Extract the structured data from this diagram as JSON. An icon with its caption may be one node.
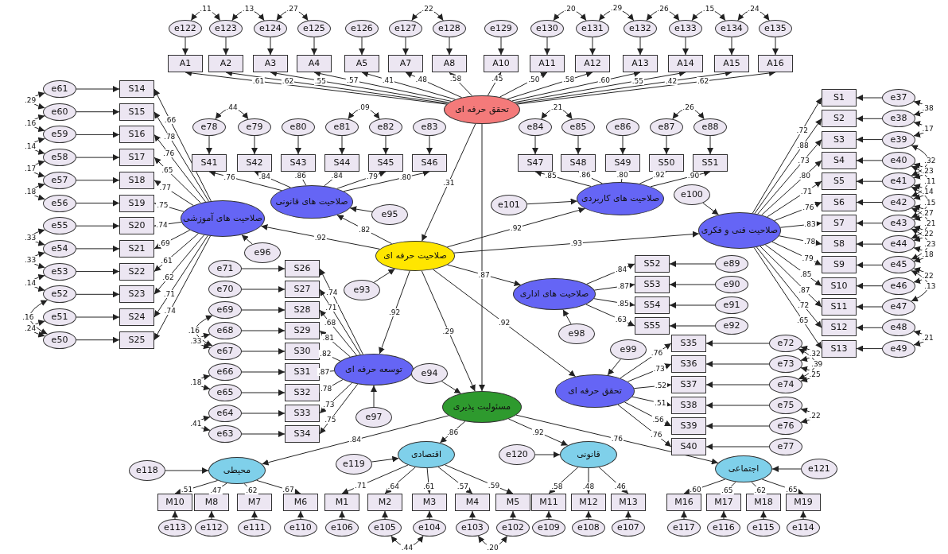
{
  "diagram": {
    "nodes": [
      {
        "text": [
          "تحقق حرفه ای"
        ]
      },
      {
        "text": [
          "صلاحیت حرفه ای"
        ]
      },
      {
        "text": [
          "مسئولیت پذیری"
        ]
      },
      {
        "text": [
          "صلاحیت های آموزشی"
        ]
      },
      {
        "text": [
          "صلاحیت های قانونی"
        ]
      },
      {
        "text": [
          "صلاحیت های کاربردی"
        ]
      },
      {
        "text": [
          "صلاحیت فنی و فکری"
        ]
      },
      {
        "text": [
          "صلاحیت های اداری"
        ]
      },
      {
        "text": [
          "توسعه حرفه ای"
        ]
      },
      {
        "text": [
          "تحقق حرفه ای"
        ]
      },
      {
        "text": [
          "محیطی"
        ]
      },
      {
        "text": [
          "اقتصادی"
        ]
      },
      {
        "text": [
          "قانونی"
        ]
      },
      {
        "text": [
          "اجتماعی"
        ]
      },
      {
        "text": [
          "A1"
        ]
      },
      {
        "text": [
          "A2"
        ]
      },
      {
        "text": [
          "A3"
        ]
      },
      {
        "text": [
          "A4"
        ]
      },
      {
        "text": [
          "A5"
        ]
      },
      {
        "text": [
          "A7"
        ]
      },
      {
        "text": [
          "A8"
        ]
      },
      {
        "text": [
          "A10"
        ]
      },
      {
        "text": [
          "A11"
        ]
      },
      {
        "text": [
          "A12"
        ]
      },
      {
        "text": [
          "A13"
        ]
      },
      {
        "text": [
          "A14"
        ]
      },
      {
        "text": [
          "A15"
        ]
      },
      {
        "text": [
          "A16"
        ]
      },
      {
        "text": [
          "e122"
        ]
      },
      {
        "text": [
          "e123"
        ]
      },
      {
        "text": [
          "e124"
        ]
      },
      {
        "text": [
          "e125"
        ]
      },
      {
        "text": [
          "e126"
        ]
      },
      {
        "text": [
          "e127"
        ]
      },
      {
        "text": [
          "e128"
        ]
      },
      {
        "text": [
          "e129"
        ]
      },
      {
        "text": [
          "e130"
        ]
      },
      {
        "text": [
          "e131"
        ]
      },
      {
        "text": [
          "e132"
        ]
      },
      {
        "text": [
          "e133"
        ]
      },
      {
        "text": [
          "e134"
        ]
      },
      {
        "text": [
          "e135"
        ]
      },
      {
        "text": [
          "S41"
        ]
      },
      {
        "text": [
          "S42"
        ]
      },
      {
        "text": [
          "S43"
        ]
      },
      {
        "text": [
          "S44"
        ]
      },
      {
        "text": [
          "S45"
        ]
      },
      {
        "text": [
          "S46"
        ]
      },
      {
        "text": [
          "e78"
        ]
      },
      {
        "text": [
          "e79"
        ]
      },
      {
        "text": [
          "e80"
        ]
      },
      {
        "text": [
          "e81"
        ]
      },
      {
        "text": [
          "e82"
        ]
      },
      {
        "text": [
          "e83"
        ]
      },
      {
        "text": [
          "S47"
        ]
      },
      {
        "text": [
          "S48"
        ]
      },
      {
        "text": [
          "S49"
        ]
      },
      {
        "text": [
          "S50"
        ]
      },
      {
        "text": [
          "S51"
        ]
      },
      {
        "text": [
          "e84"
        ]
      },
      {
        "text": [
          "e85"
        ]
      },
      {
        "text": [
          "e86"
        ]
      },
      {
        "text": [
          "e87"
        ]
      },
      {
        "text": [
          "e88"
        ]
      },
      {
        "text": [
          "S1"
        ]
      },
      {
        "text": [
          "S2"
        ]
      },
      {
        "text": [
          "S3"
        ]
      },
      {
        "text": [
          "S4"
        ]
      },
      {
        "text": [
          "S5"
        ]
      },
      {
        "text": [
          "S6"
        ]
      },
      {
        "text": [
          "S7"
        ]
      },
      {
        "text": [
          "S8"
        ]
      },
      {
        "text": [
          "S9"
        ]
      },
      {
        "text": [
          "S10"
        ]
      },
      {
        "text": [
          "S11"
        ]
      },
      {
        "text": [
          "S12"
        ]
      },
      {
        "text": [
          "S13"
        ]
      },
      {
        "text": [
          "e37"
        ]
      },
      {
        "text": [
          "e38"
        ]
      },
      {
        "text": [
          "e39"
        ]
      },
      {
        "text": [
          "e40"
        ]
      },
      {
        "text": [
          "e41"
        ]
      },
      {
        "text": [
          "e42"
        ]
      },
      {
        "text": [
          "e43"
        ]
      },
      {
        "text": [
          "e44"
        ]
      },
      {
        "text": [
          "e45"
        ]
      },
      {
        "text": [
          "e46"
        ]
      },
      {
        "text": [
          "e47"
        ]
      },
      {
        "text": [
          "e48"
        ]
      },
      {
        "text": [
          "e49"
        ]
      },
      {
        "text": [
          "S14"
        ]
      },
      {
        "text": [
          "S15"
        ]
      },
      {
        "text": [
          "S16"
        ]
      },
      {
        "text": [
          "S17"
        ]
      },
      {
        "text": [
          "S18"
        ]
      },
      {
        "text": [
          "S19"
        ]
      },
      {
        "text": [
          "S20"
        ]
      },
      {
        "text": [
          "S21"
        ]
      },
      {
        "text": [
          "S22"
        ]
      },
      {
        "text": [
          "S23"
        ]
      },
      {
        "text": [
          "S24"
        ]
      },
      {
        "text": [
          "S25"
        ]
      },
      {
        "text": [
          "e61"
        ]
      },
      {
        "text": [
          "e60"
        ]
      },
      {
        "text": [
          "e59"
        ]
      },
      {
        "text": [
          "e58"
        ]
      },
      {
        "text": [
          "e57"
        ]
      },
      {
        "text": [
          "e56"
        ]
      },
      {
        "text": [
          "e55"
        ]
      },
      {
        "text": [
          "e54"
        ]
      },
      {
        "text": [
          "e53"
        ]
      },
      {
        "text": [
          "e52"
        ]
      },
      {
        "text": [
          "e51"
        ]
      },
      {
        "text": [
          "e50"
        ]
      },
      {
        "text": [
          "S26"
        ]
      },
      {
        "text": [
          "S27"
        ]
      },
      {
        "text": [
          "S28"
        ]
      },
      {
        "text": [
          "S29"
        ]
      },
      {
        "text": [
          "S30"
        ]
      },
      {
        "text": [
          "S31"
        ]
      },
      {
        "text": [
          "S32"
        ]
      },
      {
        "text": [
          "S33"
        ]
      },
      {
        "text": [
          "S34"
        ]
      },
      {
        "text": [
          "e71"
        ]
      },
      {
        "text": [
          "e70"
        ]
      },
      {
        "text": [
          "e69"
        ]
      },
      {
        "text": [
          "e68"
        ]
      },
      {
        "text": [
          "e67"
        ]
      },
      {
        "text": [
          "e66"
        ]
      },
      {
        "text": [
          "e65"
        ]
      },
      {
        "text": [
          "e64"
        ]
      },
      {
        "text": [
          "e63"
        ]
      },
      {
        "text": [
          "S52"
        ]
      },
      {
        "text": [
          "S53"
        ]
      },
      {
        "text": [
          "S54"
        ]
      },
      {
        "text": [
          "S55"
        ]
      },
      {
        "text": [
          "e89"
        ]
      },
      {
        "text": [
          "e90"
        ]
      },
      {
        "text": [
          "e91"
        ]
      },
      {
        "text": [
          "e92"
        ]
      },
      {
        "text": [
          "S35"
        ]
      },
      {
        "text": [
          "S36"
        ]
      },
      {
        "text": [
          "S37"
        ]
      },
      {
        "text": [
          "S38"
        ]
      },
      {
        "text": [
          "S39"
        ]
      },
      {
        "text": [
          "S40"
        ]
      },
      {
        "text": [
          "e72"
        ]
      },
      {
        "text": [
          "e73"
        ]
      },
      {
        "text": [
          "e74"
        ]
      },
      {
        "text": [
          "e75"
        ]
      },
      {
        "text": [
          "e76"
        ]
      },
      {
        "text": [
          "e77"
        ]
      },
      {
        "text": [
          "M10"
        ]
      },
      {
        "text": [
          "M8"
        ]
      },
      {
        "text": [
          "M7"
        ]
      },
      {
        "text": [
          "M6"
        ]
      },
      {
        "text": [
          "e113"
        ]
      },
      {
        "text": [
          "e112"
        ]
      },
      {
        "text": [
          "e111"
        ]
      },
      {
        "text": [
          "e110"
        ]
      },
      {
        "text": [
          "M1"
        ]
      },
      {
        "text": [
          "M2"
        ]
      },
      {
        "text": [
          "M3"
        ]
      },
      {
        "text": [
          "M4"
        ]
      },
      {
        "text": [
          "M5"
        ]
      },
      {
        "text": [
          "e106"
        ]
      },
      {
        "text": [
          "e105"
        ]
      },
      {
        "text": [
          "e104"
        ]
      },
      {
        "text": [
          "e103"
        ]
      },
      {
        "text": [
          "e102"
        ]
      },
      {
        "text": [
          "M11"
        ]
      },
      {
        "text": [
          "M12"
        ]
      },
      {
        "text": [
          "M13"
        ]
      },
      {
        "text": [
          "e109"
        ]
      },
      {
        "text": [
          "e108"
        ]
      },
      {
        "text": [
          "e107"
        ]
      },
      {
        "text": [
          "M16"
        ]
      },
      {
        "text": [
          "M17"
        ]
      },
      {
        "text": [
          "M18"
        ]
      },
      {
        "text": [
          "M19"
        ]
      },
      {
        "text": [
          "e117"
        ]
      },
      {
        "text": [
          "e116"
        ]
      },
      {
        "text": [
          "e115"
        ]
      },
      {
        "text": [
          "e114"
        ]
      },
      {
        "text": [
          "e95"
        ]
      },
      {
        "text": [
          "e96"
        ]
      },
      {
        "text": [
          "e93"
        ]
      },
      {
        "text": [
          "e97"
        ]
      },
      {
        "text": [
          "e94"
        ]
      },
      {
        "text": [
          "e101"
        ]
      },
      {
        "text": [
          "e100"
        ]
      },
      {
        "text": [
          "e98"
        ]
      },
      {
        "text": [
          "e99"
        ]
      },
      {
        "text": [
          "e118"
        ]
      },
      {
        "text": [
          "e119"
        ]
      },
      {
        "text": [
          "e120"
        ]
      },
      {
        "text": [
          "e121"
        ]
      }
    ],
    "edges": [
      {
        "from": 0,
        "to": 1,
        "arrow": "to",
        "label": ".31"
      },
      {
        "from": 0,
        "to": 2,
        "arrow": "to"
      },
      {
        "from": 1,
        "to": 3,
        "arrow": "to",
        "label": ".92"
      },
      {
        "from": 1,
        "to": 4,
        "arrow": "to",
        "label": ".82"
      },
      {
        "from": 1,
        "to": 5,
        "arrow": "to",
        "label": ".92"
      },
      {
        "from": 1,
        "to": 6,
        "arrow": "to",
        "label": ".93"
      },
      {
        "from": 1,
        "to": 7,
        "arrow": "to",
        "label": ".87"
      },
      {
        "from": 1,
        "to": 8,
        "arrow": "to",
        "label": ".92"
      },
      {
        "from": 1,
        "to": 2,
        "arrow": "to",
        "label": ".29"
      },
      {
        "from": 1,
        "to": 9,
        "arrow": "to",
        "label": ".92"
      },
      {
        "from": 2,
        "to": 10,
        "arrow": "to",
        "label": ".84"
      },
      {
        "from": 2,
        "to": 11,
        "arrow": "to",
        "label": ".86"
      },
      {
        "from": 2,
        "to": 12,
        "arrow": "to",
        "label": ".92"
      },
      {
        "from": 2,
        "to": 13,
        "arrow": "to",
        "label": ".76"
      },
      {
        "from": 184,
        "to": 4,
        "arrow": "to"
      },
      {
        "from": 185,
        "to": 3,
        "arrow": "to"
      },
      {
        "from": 186,
        "to": 1,
        "arrow": "to"
      },
      {
        "from": 187,
        "to": 8,
        "arrow": "to"
      },
      {
        "from": 188,
        "to": 2,
        "arrow": "to"
      },
      {
        "from": 189,
        "to": 5,
        "arrow": "to"
      },
      {
        "from": 190,
        "to": 6,
        "arrow": "to"
      },
      {
        "from": 191,
        "to": 7,
        "arrow": "to"
      },
      {
        "from": 192,
        "to": 9,
        "arrow": "to"
      },
      {
        "from": 193,
        "to": 10,
        "arrow": "to"
      },
      {
        "from": 194,
        "to": 11,
        "arrow": "to"
      },
      {
        "from": 195,
        "to": 12,
        "arrow": "to"
      },
      {
        "from": 196,
        "to": 13,
        "arrow": "to"
      },
      {
        "from": 0,
        "to": 14,
        "arrow": "to",
        "label": ".61"
      },
      {
        "from": 0,
        "to": 15,
        "arrow": "to",
        "label": ".62"
      },
      {
        "from": 0,
        "to": 16,
        "arrow": "to",
        "label": ".55"
      },
      {
        "from": 0,
        "to": 17,
        "arrow": "to",
        "label": ".57"
      },
      {
        "from": 0,
        "to": 18,
        "arrow": "to",
        "label": ".41"
      },
      {
        "from": 0,
        "to": 19,
        "arrow": "to",
        "label": ".48"
      },
      {
        "from": 0,
        "to": 20,
        "arrow": "to",
        "label": ".58"
      },
      {
        "from": 0,
        "to": 21,
        "arrow": "to",
        "label": ".45"
      },
      {
        "from": 0,
        "to": 22,
        "arrow": "to",
        "label": ".50"
      },
      {
        "from": 0,
        "to": 23,
        "arrow": "to",
        "label": ".58"
      },
      {
        "from": 0,
        "to": 24,
        "arrow": "to",
        "label": ".60"
      },
      {
        "from": 0,
        "to": 25,
        "arrow": "to",
        "label": ".55"
      },
      {
        "from": 0,
        "to": 26,
        "arrow": "to",
        "label": ".42"
      },
      {
        "from": 0,
        "to": 27,
        "arrow": "to",
        "label": ".62"
      },
      {
        "from": 28,
        "to": 14,
        "arrow": "to"
      },
      {
        "from": 29,
        "to": 15,
        "arrow": "to"
      },
      {
        "from": 30,
        "to": 16,
        "arrow": "to"
      },
      {
        "from": 31,
        "to": 17,
        "arrow": "to"
      },
      {
        "from": 32,
        "to": 18,
        "arrow": "to"
      },
      {
        "from": 33,
        "to": 19,
        "arrow": "to"
      },
      {
        "from": 34,
        "to": 20,
        "arrow": "to"
      },
      {
        "from": 35,
        "to": 21,
        "arrow": "to"
      },
      {
        "from": 36,
        "to": 22,
        "arrow": "to"
      },
      {
        "from": 37,
        "to": 23,
        "arrow": "to"
      },
      {
        "from": 38,
        "to": 24,
        "arrow": "to"
      },
      {
        "from": 39,
        "to": 25,
        "arrow": "to"
      },
      {
        "from": 40,
        "to": 26,
        "arrow": "to"
      },
      {
        "from": 41,
        "to": 27,
        "arrow": "to"
      },
      {
        "from": 28,
        "to": 29,
        "arrow": "both",
        "label": ".11"
      },
      {
        "from": 29,
        "to": 30,
        "arrow": "both",
        "label": ".13"
      },
      {
        "from": 30,
        "to": 31,
        "arrow": "both",
        "label": ".27"
      },
      {
        "from": 33,
        "to": 34,
        "arrow": "both",
        "label": ".22"
      },
      {
        "from": 36,
        "to": 37,
        "arrow": "both",
        "label": ".20"
      },
      {
        "from": 37,
        "to": 38,
        "arrow": "both",
        "label": ".29"
      },
      {
        "from": 38,
        "to": 39,
        "arrow": "both",
        "label": ".26"
      },
      {
        "from": 39,
        "to": 40,
        "arrow": "both",
        "label": ".15"
      },
      {
        "from": 40,
        "to": 41,
        "arrow": "both",
        "label": ".24"
      },
      {
        "from": 4,
        "to": 42,
        "arrow": "to",
        "label": ".76"
      },
      {
        "from": 4,
        "to": 43,
        "arrow": "to",
        "label": ".84"
      },
      {
        "from": 4,
        "to": 44,
        "arrow": "to",
        "label": ".86"
      },
      {
        "from": 4,
        "to": 45,
        "arrow": "to",
        "label": ".84"
      },
      {
        "from": 4,
        "to": 46,
        "arrow": "to",
        "label": ".79"
      },
      {
        "from": 4,
        "to": 47,
        "arrow": "to",
        "label": ".80"
      },
      {
        "from": 48,
        "to": 42,
        "arrow": "to"
      },
      {
        "from": 49,
        "to": 43,
        "arrow": "to"
      },
      {
        "from": 50,
        "to": 44,
        "arrow": "to"
      },
      {
        "from": 51,
        "to": 45,
        "arrow": "to"
      },
      {
        "from": 52,
        "to": 46,
        "arrow": "to"
      },
      {
        "from": 53,
        "to": 47,
        "arrow": "to"
      },
      {
        "from": 48,
        "to": 49,
        "arrow": "both",
        "label": ".44"
      },
      {
        "from": 51,
        "to": 52,
        "arrow": "both",
        "label": ".09"
      },
      {
        "from": 5,
        "to": 54,
        "arrow": "to",
        "label": ".85"
      },
      {
        "from": 5,
        "to": 55,
        "arrow": "to",
        "label": ".86"
      },
      {
        "from": 5,
        "to": 56,
        "arrow": "to",
        "label": ".80"
      },
      {
        "from": 5,
        "to": 57,
        "arrow": "to",
        "label": ".92"
      },
      {
        "from": 5,
        "to": 58,
        "arrow": "to",
        "label": ".90"
      },
      {
        "from": 59,
        "to": 54,
        "arrow": "to"
      },
      {
        "from": 60,
        "to": 55,
        "arrow": "to"
      },
      {
        "from": 61,
        "to": 56,
        "arrow": "to"
      },
      {
        "from": 62,
        "to": 57,
        "arrow": "to"
      },
      {
        "from": 63,
        "to": 58,
        "arrow": "to"
      },
      {
        "from": 59,
        "to": 60,
        "arrow": "both",
        "label": ".21"
      },
      {
        "from": 62,
        "to": 63,
        "arrow": "both",
        "label": ".26"
      },
      {
        "from": 6,
        "to": 64,
        "arrow": "to",
        "label": ".72"
      },
      {
        "from": 6,
        "to": 65,
        "arrow": "to",
        "label": ".88"
      },
      {
        "from": 6,
        "to": 66,
        "arrow": "to",
        "label": ".73"
      },
      {
        "from": 6,
        "to": 67,
        "arrow": "to",
        "label": ".80"
      },
      {
        "from": 6,
        "to": 68,
        "arrow": "to",
        "label": ".71"
      },
      {
        "from": 6,
        "to": 69,
        "arrow": "to",
        "label": ".76"
      },
      {
        "from": 6,
        "to": 70,
        "arrow": "to",
        "label": ".83"
      },
      {
        "from": 6,
        "to": 71,
        "arrow": "to",
        "label": ".78"
      },
      {
        "from": 6,
        "to": 72,
        "arrow": "to",
        "label": ".79"
      },
      {
        "from": 6,
        "to": 73,
        "arrow": "to",
        "label": ".85"
      },
      {
        "from": 6,
        "to": 74,
        "arrow": "to",
        "label": ".87"
      },
      {
        "from": 6,
        "to": 75,
        "arrow": "to",
        "label": ".72"
      },
      {
        "from": 6,
        "to": 76,
        "arrow": "to",
        "label": ".65"
      },
      {
        "from": 77,
        "to": 64,
        "arrow": "to"
      },
      {
        "from": 78,
        "to": 65,
        "arrow": "to"
      },
      {
        "from": 79,
        "to": 66,
        "arrow": "to"
      },
      {
        "from": 80,
        "to": 67,
        "arrow": "to"
      },
      {
        "from": 81,
        "to": 68,
        "arrow": "to"
      },
      {
        "from": 82,
        "to": 69,
        "arrow": "to"
      },
      {
        "from": 83,
        "to": 70,
        "arrow": "to"
      },
      {
        "from": 84,
        "to": 71,
        "arrow": "to"
      },
      {
        "from": 85,
        "to": 72,
        "arrow": "to"
      },
      {
        "from": 86,
        "to": 73,
        "arrow": "to"
      },
      {
        "from": 87,
        "to": 74,
        "arrow": "to"
      },
      {
        "from": 88,
        "to": 75,
        "arrow": "to"
      },
      {
        "from": 89,
        "to": 76,
        "arrow": "to"
      },
      {
        "from": 77,
        "to": 78,
        "arrow": "both",
        "label": ".38"
      },
      {
        "from": 78,
        "to": 79,
        "arrow": "both",
        "label": ".17"
      },
      {
        "from": 79,
        "to": 81,
        "arrow": "both",
        "label": ".32"
      },
      {
        "from": 80,
        "to": 81,
        "arrow": "both",
        "label": ".23"
      },
      {
        "from": 80,
        "to": 82,
        "arrow": "both",
        "label": ".11"
      },
      {
        "from": 81,
        "to": 82,
        "arrow": "both",
        "label": ".14"
      },
      {
        "from": 81,
        "to": 83,
        "arrow": "both",
        "label": ".15"
      },
      {
        "from": 82,
        "to": 83,
        "arrow": "both",
        "label": ".27"
      },
      {
        "from": 82,
        "to": 84,
        "arrow": "both",
        "label": ".21"
      },
      {
        "from": 83,
        "to": 84,
        "arrow": "both",
        "label": ".22"
      },
      {
        "from": 84,
        "to": 85,
        "arrow": "both",
        "label": ".18"
      },
      {
        "from": 83,
        "to": 85,
        "arrow": "both",
        "label": ".23"
      },
      {
        "from": 85,
        "to": 86,
        "arrow": "both",
        "label": ".22"
      },
      {
        "from": 85,
        "to": 87,
        "arrow": "both",
        "label": ".13"
      },
      {
        "from": 88,
        "to": 89,
        "arrow": "both",
        "label": ".21"
      },
      {
        "from": 3,
        "to": 90,
        "arrow": "to",
        "label": ".66"
      },
      {
        "from": 3,
        "to": 91,
        "arrow": "to",
        "label": ".78"
      },
      {
        "from": 3,
        "to": 92,
        "arrow": "to",
        "label": ".76"
      },
      {
        "from": 3,
        "to": 93,
        "arrow": "to",
        "label": ".65"
      },
      {
        "from": 3,
        "to": 94,
        "arrow": "to",
        "label": ".77"
      },
      {
        "from": 3,
        "to": 95,
        "arrow": "to",
        "label": ".75"
      },
      {
        "from": 3,
        "to": 96,
        "arrow": "to",
        "label": ".74"
      },
      {
        "from": 3,
        "to": 97,
        "arrow": "to",
        "label": ".69"
      },
      {
        "from": 3,
        "to": 98,
        "arrow": "to",
        "label": ".61"
      },
      {
        "from": 3,
        "to": 99,
        "arrow": "to",
        "label": ".62"
      },
      {
        "from": 3,
        "to": 100,
        "arrow": "to",
        "label": ".71"
      },
      {
        "from": 3,
        "to": 101,
        "arrow": "to",
        "label": ".74"
      },
      {
        "from": 102,
        "to": 90,
        "arrow": "to"
      },
      {
        "from": 103,
        "to": 91,
        "arrow": "to"
      },
      {
        "from": 104,
        "to": 92,
        "arrow": "to"
      },
      {
        "from": 105,
        "to": 93,
        "arrow": "to"
      },
      {
        "from": 106,
        "to": 94,
        "arrow": "to"
      },
      {
        "from": 107,
        "to": 95,
        "arrow": "to"
      },
      {
        "from": 108,
        "to": 96,
        "arrow": "to"
      },
      {
        "from": 109,
        "to": 97,
        "arrow": "to"
      },
      {
        "from": 110,
        "to": 98,
        "arrow": "to"
      },
      {
        "from": 111,
        "to": 99,
        "arrow": "to"
      },
      {
        "from": 112,
        "to": 100,
        "arrow": "to"
      },
      {
        "from": 113,
        "to": 101,
        "arrow": "to"
      },
      {
        "from": 102,
        "to": 103,
        "arrow": "both",
        "label": ".29"
      },
      {
        "from": 103,
        "to": 104,
        "arrow": "both",
        "label": ".16"
      },
      {
        "from": 104,
        "to": 105,
        "arrow": "both",
        "label": ".14"
      },
      {
        "from": 105,
        "to": 106,
        "arrow": "both",
        "label": ".17"
      },
      {
        "from": 106,
        "to": 107,
        "arrow": "both",
        "label": ".18"
      },
      {
        "from": 108,
        "to": 109,
        "arrow": "both",
        "label": ".33"
      },
      {
        "from": 109,
        "to": 110,
        "arrow": "both",
        "label": ".33"
      },
      {
        "from": 110,
        "to": 111,
        "arrow": "both",
        "label": ".14"
      },
      {
        "from": 111,
        "to": 113,
        "arrow": "both",
        "label": ".16"
      },
      {
        "from": 112,
        "to": 113,
        "arrow": "both",
        "label": ".24"
      },
      {
        "from": 8,
        "to": 114,
        "arrow": "to",
        "label": ".74"
      },
      {
        "from": 8,
        "to": 115,
        "arrow": "to",
        "label": ".71"
      },
      {
        "from": 8,
        "to": 116,
        "arrow": "to",
        "label": ".68"
      },
      {
        "from": 8,
        "to": 117,
        "arrow": "to",
        "label": ".81"
      },
      {
        "from": 8,
        "to": 118,
        "arrow": "to",
        "label": ".82"
      },
      {
        "from": 8,
        "to": 119,
        "arrow": "to",
        "label": ".87"
      },
      {
        "from": 8,
        "to": 120,
        "arrow": "to",
        "label": ".78"
      },
      {
        "from": 8,
        "to": 121,
        "arrow": "to",
        "label": ".73"
      },
      {
        "from": 8,
        "to": 122,
        "arrow": "to",
        "label": ".75"
      },
      {
        "from": 123,
        "to": 114,
        "arrow": "to"
      },
      {
        "from": 124,
        "to": 115,
        "arrow": "to"
      },
      {
        "from": 125,
        "to": 116,
        "arrow": "to"
      },
      {
        "from": 126,
        "to": 117,
        "arrow": "to"
      },
      {
        "from": 127,
        "to": 118,
        "arrow": "to"
      },
      {
        "from": 128,
        "to": 119,
        "arrow": "to"
      },
      {
        "from": 129,
        "to": 120,
        "arrow": "to"
      },
      {
        "from": 130,
        "to": 121,
        "arrow": "to"
      },
      {
        "from": 131,
        "to": 122,
        "arrow": "to"
      },
      {
        "from": 125,
        "to": 127,
        "arrow": "both",
        "label": ".16"
      },
      {
        "from": 126,
        "to": 127,
        "arrow": "both",
        "label": ".33"
      },
      {
        "from": 128,
        "to": 129,
        "arrow": "both",
        "label": ".18"
      },
      {
        "from": 130,
        "to": 131,
        "arrow": "both",
        "label": ".41"
      },
      {
        "from": 7,
        "to": 132,
        "arrow": "to",
        "label": ".84"
      },
      {
        "from": 7,
        "to": 133,
        "arrow": "to",
        "label": ".87"
      },
      {
        "from": 7,
        "to": 134,
        "arrow": "to",
        "label": ".85"
      },
      {
        "from": 7,
        "to": 135,
        "arrow": "to",
        "label": ".63"
      },
      {
        "from": 136,
        "to": 132,
        "arrow": "to"
      },
      {
        "from": 137,
        "to": 133,
        "arrow": "to"
      },
      {
        "from": 138,
        "to": 134,
        "arrow": "to"
      },
      {
        "from": 139,
        "to": 135,
        "arrow": "to"
      },
      {
        "from": 9,
        "to": 140,
        "arrow": "to",
        "label": ".76"
      },
      {
        "from": 9,
        "to": 141,
        "arrow": "to",
        "label": ".73"
      },
      {
        "from": 9,
        "to": 142,
        "arrow": "to",
        "label": ".52"
      },
      {
        "from": 9,
        "to": 143,
        "arrow": "to",
        "label": ".51"
      },
      {
        "from": 9,
        "to": 144,
        "arrow": "to",
        "label": ".56"
      },
      {
        "from": 9,
        "to": 145,
        "arrow": "to",
        "label": ".76"
      },
      {
        "from": 146,
        "to": 140,
        "arrow": "to"
      },
      {
        "from": 147,
        "to": 141,
        "arrow": "to"
      },
      {
        "from": 148,
        "to": 142,
        "arrow": "to"
      },
      {
        "from": 149,
        "to": 143,
        "arrow": "to"
      },
      {
        "from": 150,
        "to": 144,
        "arrow": "to"
      },
      {
        "from": 151,
        "to": 145,
        "arrow": "to"
      },
      {
        "from": 146,
        "to": 147,
        "arrow": "both",
        "label": ".32"
      },
      {
        "from": 146,
        "to": 148,
        "arrow": "both",
        "label": ".39"
      },
      {
        "from": 147,
        "to": 148,
        "arrow": "both",
        "label": ".25"
      },
      {
        "from": 149,
        "to": 150,
        "arrow": "both",
        "label": ".22"
      },
      {
        "from": 10,
        "to": 152,
        "arrow": "to",
        "label": ".51"
      },
      {
        "from": 10,
        "to": 153,
        "arrow": "to",
        "label": ".47"
      },
      {
        "from": 10,
        "to": 154,
        "arrow": "to",
        "label": ".62"
      },
      {
        "from": 10,
        "to": 155,
        "arrow": "to",
        "label": ".67"
      },
      {
        "from": 156,
        "to": 152,
        "arrow": "to"
      },
      {
        "from": 157,
        "to": 153,
        "arrow": "to"
      },
      {
        "from": 158,
        "to": 154,
        "arrow": "to"
      },
      {
        "from": 159,
        "to": 155,
        "arrow": "to"
      },
      {
        "from": 11,
        "to": 160,
        "arrow": "to",
        "label": ".71"
      },
      {
        "from": 11,
        "to": 161,
        "arrow": "to",
        "label": ".64"
      },
      {
        "from": 11,
        "to": 162,
        "arrow": "to",
        "label": ".61"
      },
      {
        "from": 11,
        "to": 163,
        "arrow": "to",
        "label": ".57"
      },
      {
        "from": 11,
        "to": 164,
        "arrow": "to",
        "label": ".59"
      },
      {
        "from": 165,
        "to": 160,
        "arrow": "to"
      },
      {
        "from": 166,
        "to": 161,
        "arrow": "to"
      },
      {
        "from": 167,
        "to": 162,
        "arrow": "to"
      },
      {
        "from": 168,
        "to": 163,
        "arrow": "to"
      },
      {
        "from": 169,
        "to": 164,
        "arrow": "to"
      },
      {
        "from": 166,
        "to": 167,
        "arrow": "both",
        "label": ".44"
      },
      {
        "from": 168,
        "to": 169,
        "arrow": "both",
        "label": ".20"
      },
      {
        "from": 12,
        "to": 170,
        "arrow": "to",
        "label": ".58"
      },
      {
        "from": 12,
        "to": 171,
        "arrow": "to",
        "label": ".48"
      },
      {
        "from": 12,
        "to": 172,
        "arrow": "to",
        "label": ".46"
      },
      {
        "from": 173,
        "to": 170,
        "arrow": "to"
      },
      {
        "from": 174,
        "to": 171,
        "arrow": "to"
      },
      {
        "from": 175,
        "to": 172,
        "arrow": "to"
      },
      {
        "from": 13,
        "to": 176,
        "arrow": "to",
        "label": ".60"
      },
      {
        "from": 13,
        "to": 177,
        "arrow": "to",
        "label": ".65"
      },
      {
        "from": 13,
        "to": 178,
        "arrow": "to",
        "label": ".62"
      },
      {
        "from": 13,
        "to": 179,
        "arrow": "to",
        "label": ".65"
      },
      {
        "from": 180,
        "to": 176,
        "arrow": "to"
      },
      {
        "from": 181,
        "to": 177,
        "arrow": "to"
      },
      {
        "from": 182,
        "to": 178,
        "arrow": "to"
      },
      {
        "from": 183,
        "to": 179,
        "arrow": "to"
      }
    ]
  }
}
